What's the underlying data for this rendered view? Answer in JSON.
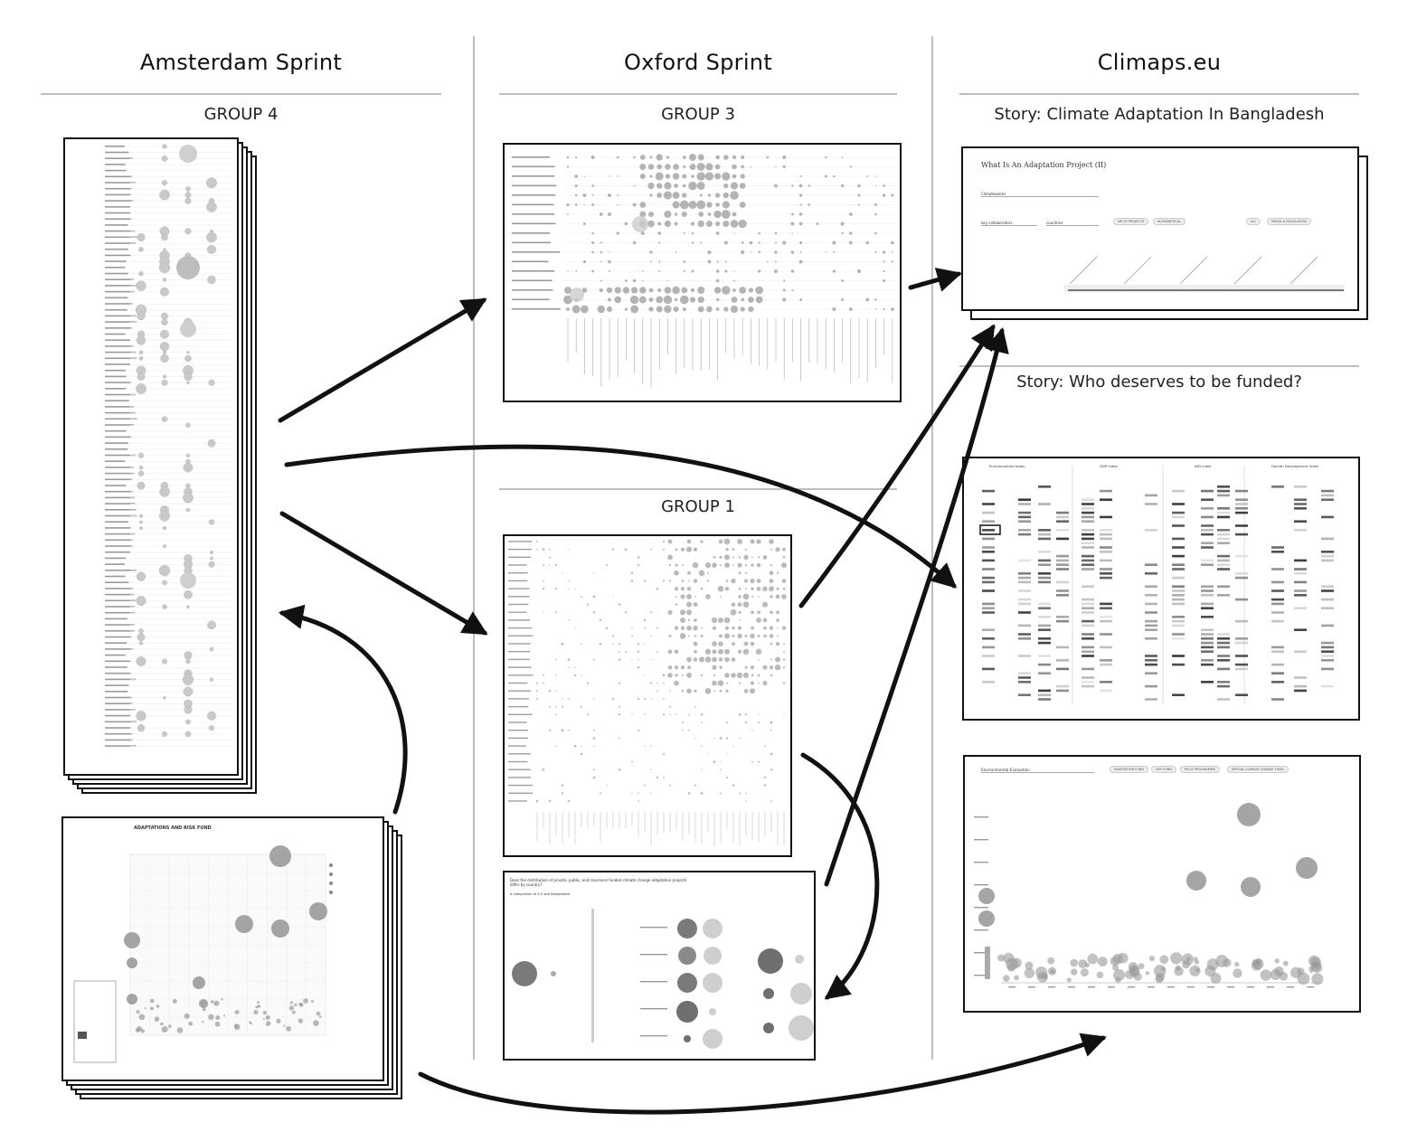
{
  "columns": {
    "amsterdam": {
      "title": "Amsterdam Sprint",
      "group": "GROUP 4"
    },
    "oxford": {
      "title": "Oxford Sprint",
      "group_top": "GROUP 3",
      "group_bottom": "GROUP 1"
    },
    "climaps": {
      "title": "Climaps.eu",
      "story_1": "Story: Climate Adaptation In Bangladesh",
      "story_2": "Story: Who deserves to be funded?"
    }
  },
  "thumbnails": {
    "adaptation_project": {
      "heading": "What Is An Adaptation Project (II)",
      "select_1": "Climateworks",
      "select_2": "key collaborators",
      "select_3": "countries",
      "button_1": "NR OF PROJECTS",
      "button_2": "ALPHABETICAL",
      "button_3": "ALL",
      "button_4": "MEDIA & REGULATION"
    },
    "index_headers": [
      "Environmental Index",
      "GDP Index",
      "IND Index",
      "Human Development Index"
    ],
    "scatter_select": "Environmental Evaluation",
    "scatter_pills": [
      "ADAPTATION FUND",
      "GEF FUND",
      "PILOT PROGRAMME",
      "SPECIAL CLIMATE CHANGE FUND"
    ],
    "fund_chart_title": "ADAPTATIONS AND RISK FUND",
    "distribution_title": "Does the distribution of private, public, and insurance funded climate change adaptation projects differ by country?",
    "distribution_subtitle": "A comparison of 4-5 and Bangladesh"
  },
  "colors": {
    "line": "#111111",
    "rule": "#bdbdbd",
    "bubble": "#9e9e9e"
  }
}
